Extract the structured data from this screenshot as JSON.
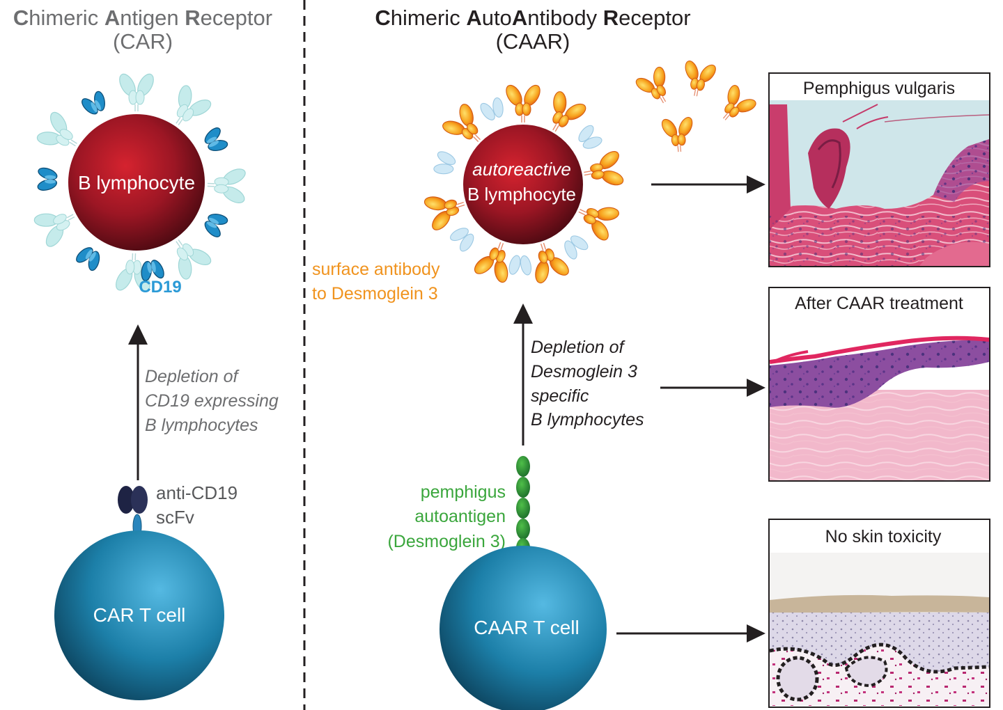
{
  "car": {
    "title_initial_1": "C",
    "title_rest_1": "himeric ",
    "title_initial_2": "A",
    "title_rest_2": "ntigen ",
    "title_initial_3": "R",
    "title_rest_3": "eceptor",
    "title_abbr": "(CAR)",
    "b_cell_label": "B lymphocyte",
    "marker_label": "CD19",
    "depletion_line1": "Depletion of",
    "depletion_line2": "CD19 expressing",
    "depletion_line3": "B lymphocytes",
    "receptor_line1": "anti-CD19",
    "receptor_line2": "scFv",
    "t_cell_label": "CAR T cell"
  },
  "caar": {
    "title_initial_1": "C",
    "title_rest_1": "himeric ",
    "title_initial_2": "A",
    "title_rest_2": "uto",
    "title_initial_3": "A",
    "title_rest_3": "ntibody ",
    "title_initial_4": "R",
    "title_rest_4": "eceptor",
    "title_abbr": "(CAAR)",
    "b_cell_line1": "autoreactive",
    "b_cell_line2": "B lymphocyte",
    "surface_line1": "surface antibody",
    "surface_line2": "to Desmoglein 3",
    "depletion_line1": "Depletion of",
    "depletion_line2": "Desmoglein 3",
    "depletion_line3": "specific",
    "depletion_line4": "B lymphocytes",
    "antigen_line1": "pemphigus",
    "antigen_line2": "autoantigen",
    "antigen_line3": "(Desmoglein 3)",
    "t_cell_label": "CAAR T cell"
  },
  "panels": [
    {
      "title": "Pemphigus vulgaris"
    },
    {
      "title": "After CAAR treatment"
    },
    {
      "title": "No skin toxicity"
    }
  ],
  "colors": {
    "title_gray": "#6d6e70",
    "cd19_blue": "#2b9ad6",
    "antibody_orange": "#f0931e",
    "antigen_green": "#3aa63c",
    "arrow": "#231f20"
  }
}
